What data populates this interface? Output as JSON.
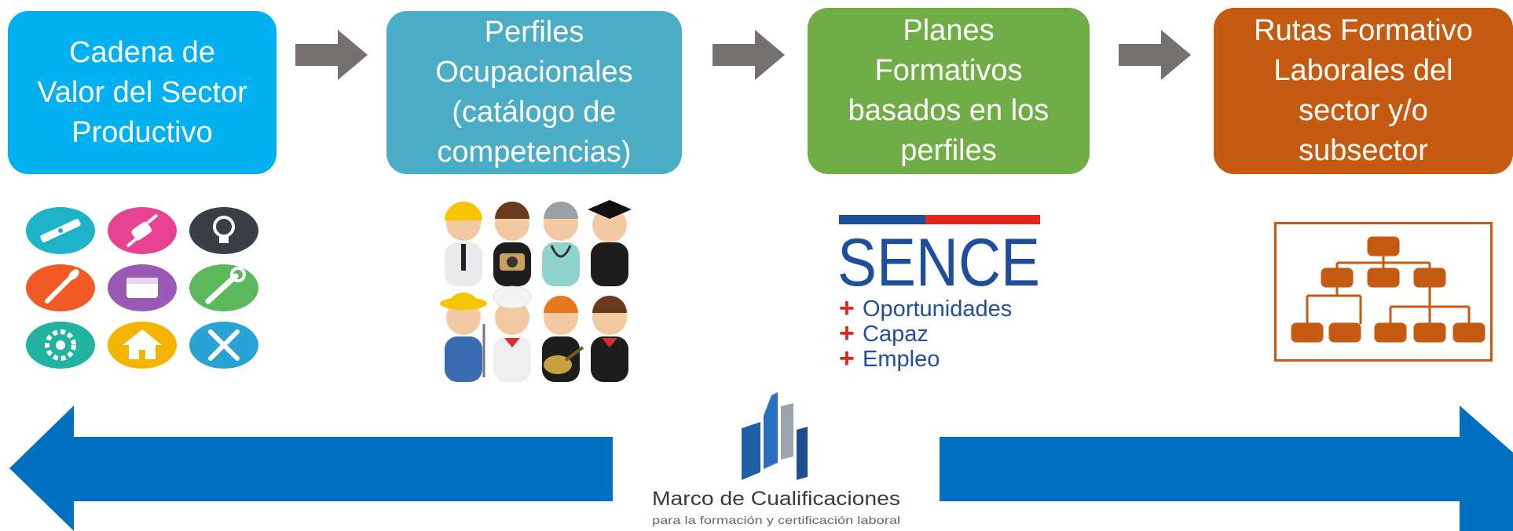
{
  "flow": {
    "steps": [
      {
        "label": "Cadena de\nValor del Sector\nProductivo",
        "color": "#00b0f0"
      },
      {
        "label": "Perfiles\nOcupacionales\n(catálogo de\ncompetencias)",
        "color": "#4bacc6"
      },
      {
        "label": "Planes\nFormativos\nbasados en los\nperfiles",
        "color": "#70ad47"
      },
      {
        "label": "Rutas Formativo\nLaborales del\nsector y/o\nsubsector",
        "color": "#c55a11"
      }
    ],
    "step_arrow_color": "#767171"
  },
  "images": {
    "sector_icons": [
      "level-icon",
      "plug-icon",
      "lightbulb-icon",
      "paintbrush-icon",
      "paint-bucket-icon",
      "wrench-icon",
      "gear-icon",
      "house-icon",
      "tools-icon"
    ],
    "professions_illustration": "professional-figures",
    "sence": {
      "name": "SENCE",
      "lines": [
        "Oportunidades",
        "Capaz",
        "Empleo"
      ],
      "colors": {
        "blue": "#1f4e9c",
        "red": "#e1251b"
      }
    },
    "org_chart_icon": "org-chart-icon"
  },
  "marco": {
    "title": "Marco de Cualificaciones",
    "subtitle": "para la formación y certificación laboral"
  },
  "bottom_arrows": {
    "color": "#0070c0"
  }
}
